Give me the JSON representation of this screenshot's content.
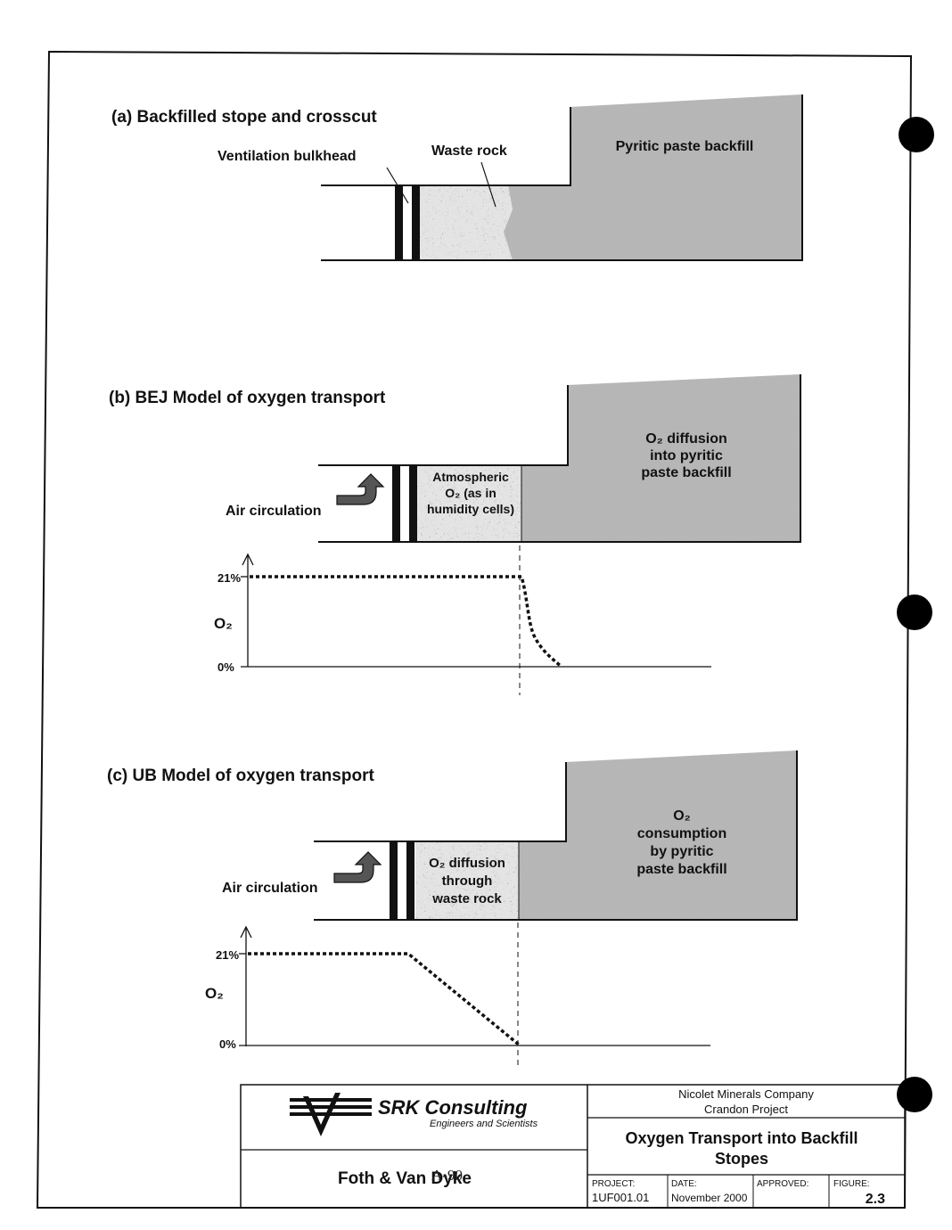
{
  "panels": {
    "a": {
      "title": "(a) Backfilled stope and crosscut",
      "bulkhead_label": "Ventilation bulkhead",
      "waste_label": "Waste rock",
      "fill_label": "Pyritic paste backfill"
    },
    "b": {
      "title": "(b) BEJ Model of oxygen transport",
      "air_label": "Air circulation",
      "waste_text": [
        "Atmospheric",
        "O₂ (as in",
        "humidity cells)"
      ],
      "fill_text": [
        "O₂ diffusion",
        "into pyritic",
        "paste backfill"
      ],
      "y_top": "21%",
      "y_bottom": "0%",
      "y_axis": "O₂"
    },
    "c": {
      "title": "(c) UB Model of oxygen transport",
      "air_label": "Air circulation",
      "waste_text": [
        "O₂ diffusion",
        "through",
        "waste rock"
      ],
      "fill_text": [
        "O₂",
        "consumption",
        "by pyritic",
        "paste backfill"
      ],
      "y_top": "21%",
      "y_bottom": "0%",
      "y_axis": "O₂"
    }
  },
  "title_block": {
    "company": "SRK Consulting",
    "tagline": "Engineers and Scientists",
    "partner": "Foth & Van Dyke",
    "client_line1": "Nicolet Minerals Company",
    "client_line2": "Crandon Project",
    "title_line1": "Oxygen Transport into Backfill",
    "title_line2": "Stopes",
    "project_label": "PROJECT:",
    "project_value": "1UF001.01",
    "date_label": "DATE:",
    "date_value": "November 2000",
    "approved_label": "APPROVED:",
    "figure_label": "FIGURE:",
    "figure_value": "2.3"
  },
  "page_number": "A-90",
  "colors": {
    "backfill": "#b9b9b9",
    "waste_rock": "#d8d8d8",
    "ink": "#111111"
  }
}
